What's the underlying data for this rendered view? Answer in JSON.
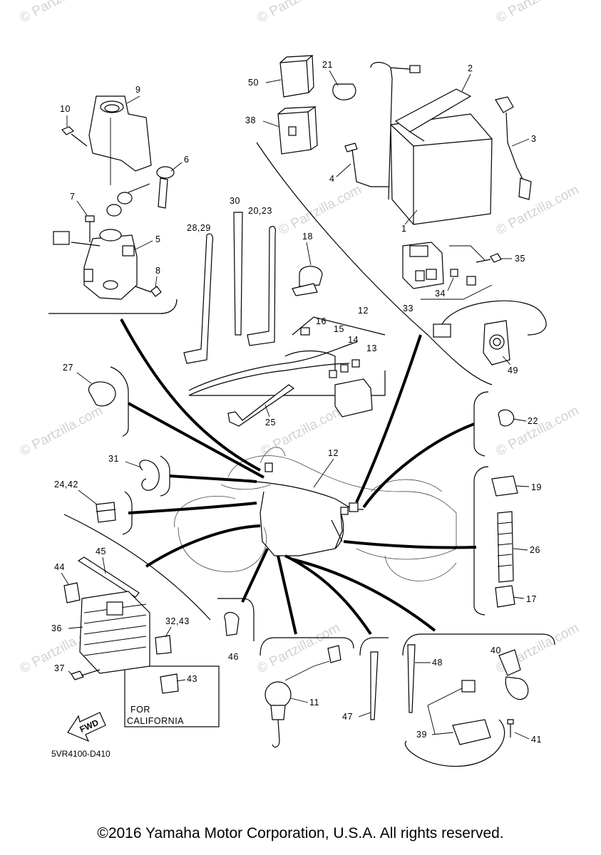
{
  "diagram": {
    "code": "5VR4100-D410",
    "note_line1": "FOR",
    "note_line2": "CALIFORNIA",
    "fwd_label": "FWD",
    "watermark": "© Partzilla.com",
    "watermark_top": "© Partzilla.com",
    "parts": [
      {
        "id": "p1",
        "label": "1"
      },
      {
        "id": "p2",
        "label": "2"
      },
      {
        "id": "p3",
        "label": "3"
      },
      {
        "id": "p4",
        "label": "4"
      },
      {
        "id": "p5",
        "label": "5"
      },
      {
        "id": "p6",
        "label": "6"
      },
      {
        "id": "p7",
        "label": "7"
      },
      {
        "id": "p8",
        "label": "8"
      },
      {
        "id": "p9",
        "label": "9"
      },
      {
        "id": "p10",
        "label": "10"
      },
      {
        "id": "p11",
        "label": "11"
      },
      {
        "id": "p12a",
        "label": "12"
      },
      {
        "id": "p12b",
        "label": "12"
      },
      {
        "id": "p13",
        "label": "13"
      },
      {
        "id": "p14",
        "label": "14"
      },
      {
        "id": "p15",
        "label": "15"
      },
      {
        "id": "p16",
        "label": "16"
      },
      {
        "id": "p17",
        "label": "17"
      },
      {
        "id": "p18",
        "label": "18"
      },
      {
        "id": "p19",
        "label": "19"
      },
      {
        "id": "p2023",
        "label": "20,23"
      },
      {
        "id": "p21",
        "label": "21"
      },
      {
        "id": "p22",
        "label": "22"
      },
      {
        "id": "p2442",
        "label": "24,42"
      },
      {
        "id": "p25",
        "label": "25"
      },
      {
        "id": "p26",
        "label": "26"
      },
      {
        "id": "p27",
        "label": "27"
      },
      {
        "id": "p2829",
        "label": "28,29"
      },
      {
        "id": "p30",
        "label": "30"
      },
      {
        "id": "p31",
        "label": "31"
      },
      {
        "id": "p3243",
        "label": "32,43"
      },
      {
        "id": "p33",
        "label": "33"
      },
      {
        "id": "p34",
        "label": "34"
      },
      {
        "id": "p35",
        "label": "35"
      },
      {
        "id": "p36",
        "label": "36"
      },
      {
        "id": "p37",
        "label": "37"
      },
      {
        "id": "p38",
        "label": "38"
      },
      {
        "id": "p39",
        "label": "39"
      },
      {
        "id": "p40",
        "label": "40"
      },
      {
        "id": "p41",
        "label": "41"
      },
      {
        "id": "p43",
        "label": "43"
      },
      {
        "id": "p44",
        "label": "44"
      },
      {
        "id": "p45",
        "label": "45"
      },
      {
        "id": "p46",
        "label": "46"
      },
      {
        "id": "p47",
        "label": "47"
      },
      {
        "id": "p48",
        "label": "48"
      },
      {
        "id": "p49",
        "label": "49"
      },
      {
        "id": "p50",
        "label": "50"
      }
    ]
  },
  "footer": {
    "copyright": "©2016 Yamaha Motor Corporation, U.S.A. All rights reserved."
  }
}
